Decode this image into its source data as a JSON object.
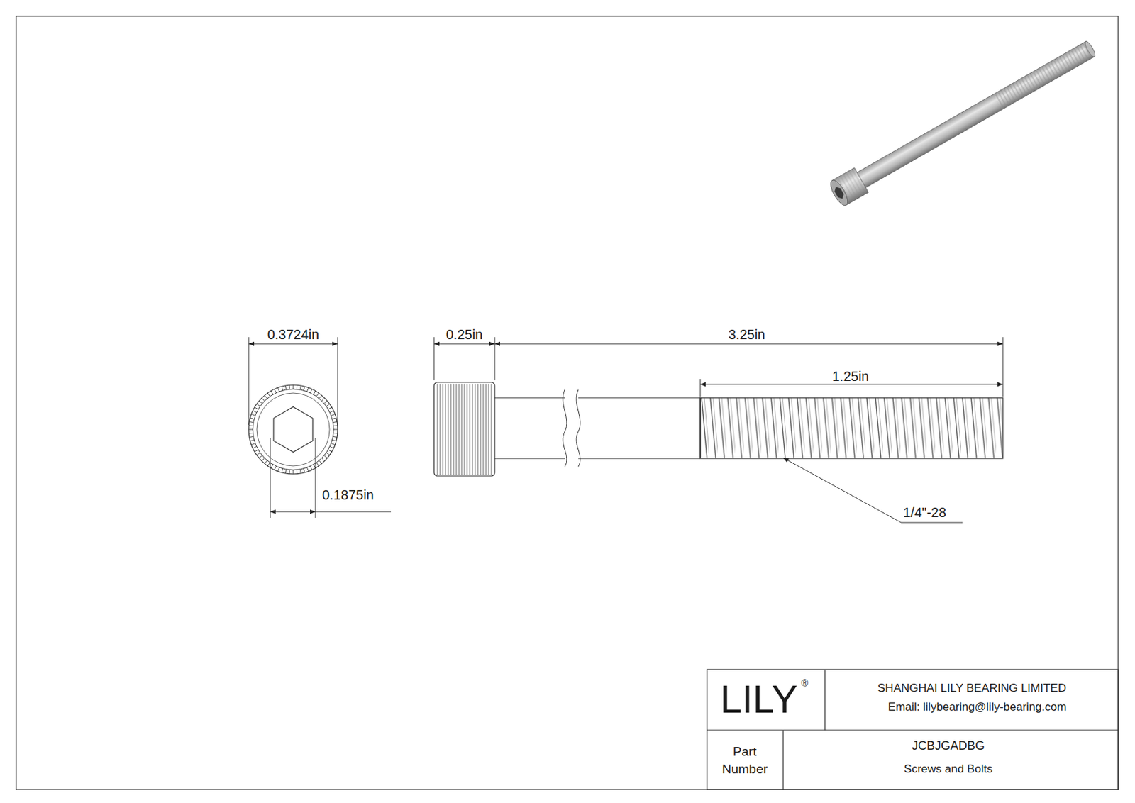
{
  "diagram": {
    "labels": [
      "0.3724in",
      "0.1875in",
      "0.25in",
      "3.25in",
      "1.25in",
      "1/4\"-28",
      "LILY",
      "®",
      "SHANGHAI LILY BEARING LIMITED",
      "Email: lilybearing@lily-bearing.com",
      "Part Number",
      "JCBJGADBG",
      "Screws and Bolts"
    ]
  }
}
